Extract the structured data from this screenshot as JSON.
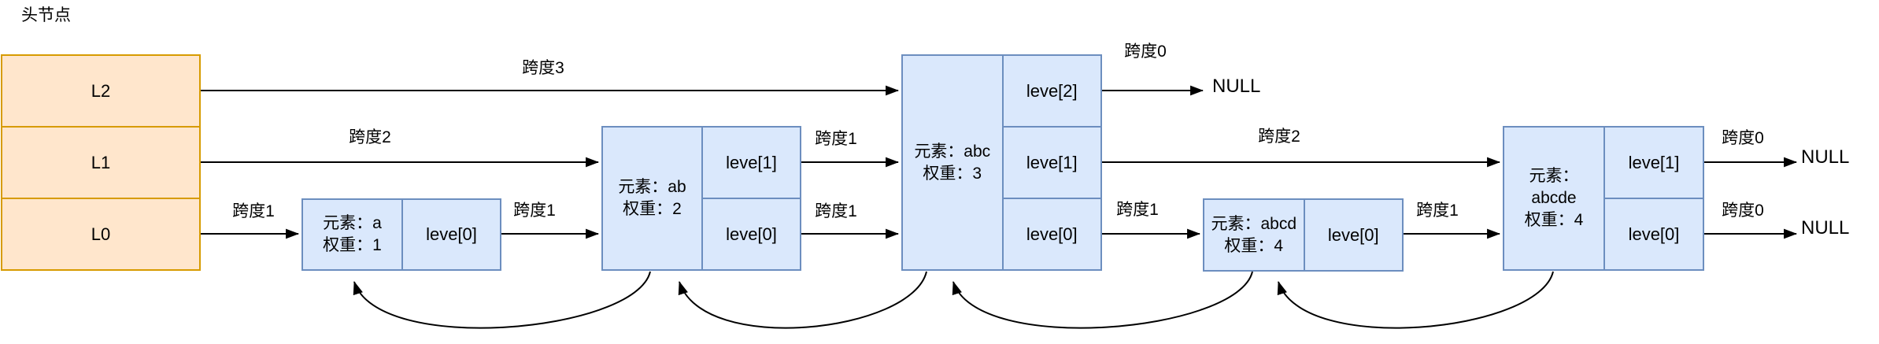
{
  "diagram": {
    "title": "头节点",
    "null_text": "NULL",
    "head": {
      "levels": [
        "L2",
        "L1",
        "L0"
      ]
    },
    "nodes": [
      {
        "name": "a",
        "element": "元素：a\n权重：1",
        "levels": [
          "leve[0]"
        ]
      },
      {
        "name": "ab",
        "element": "元素：ab\n权重：2",
        "levels": [
          "leve[1]",
          "leve[0]"
        ]
      },
      {
        "name": "abc",
        "element": "元素：abc\n权重：3",
        "levels": [
          "leve[2]",
          "leve[1]",
          "leve[0]"
        ]
      },
      {
        "name": "abcd",
        "element": "元素：abcd\n权重：4",
        "levels": [
          "leve[0]"
        ]
      },
      {
        "name": "abcde",
        "element": "元素：\nabcde\n权重：4",
        "levels": [
          "leve[1]",
          "leve[0]"
        ]
      }
    ],
    "spans": {
      "head_l2": "跨度3",
      "head_l1": "跨度2",
      "head_l0": "跨度1",
      "a_l0": "跨度1",
      "ab_l1": "跨度1",
      "ab_l0": "跨度1",
      "abc_l2": "跨度0",
      "abc_l1": "跨度2",
      "abc_l0": "跨度1",
      "abcd_l0": "跨度1",
      "abcde_l1": "跨度0",
      "abcde_l0": "跨度0"
    },
    "nulls": {
      "abc_leve2": "NULL",
      "abcde_leve1": "NULL",
      "abcde_leve0": "NULL"
    },
    "colors": {
      "head_fill": "#ffe6cc",
      "head_stroke": "#d79b00",
      "node_fill": "#dae8fc",
      "node_stroke": "#6c8ebf",
      "arrow": "#000000",
      "background": "#ffffff"
    }
  }
}
